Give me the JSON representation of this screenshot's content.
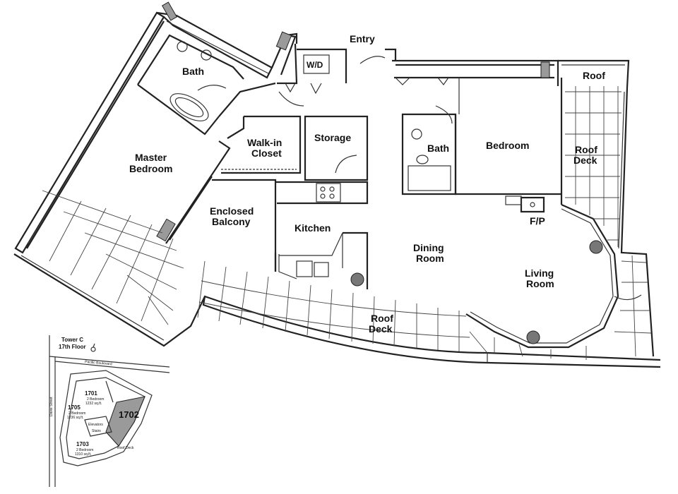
{
  "rooms": {
    "entry": "Entry",
    "wd": "W/D",
    "bath_master": "Bath",
    "roof_top": "Roof",
    "master_bedroom_1": "Master",
    "master_bedroom_2": "Bedroom",
    "walkin_1": "Walk-in",
    "walkin_2": "Closet",
    "storage": "Storage",
    "bath2": "Bath",
    "bedroom": "Bedroom",
    "roof_deck_right_1": "Roof",
    "roof_deck_right_2": "Deck",
    "enclosed_1": "Enclosed",
    "enclosed_2": "Balcony",
    "kitchen": "Kitchen",
    "dining_1": "Dining",
    "dining_2": "Room",
    "fp": "F/P",
    "living_1": "Living",
    "living_2": "Room",
    "roof_deck_bottom_1": "Roof",
    "roof_deck_bottom_2": "Deck"
  },
  "keyplan": {
    "tower": "Tower C",
    "floor": "17th Floor",
    "street_top": "Pacific Boulevard",
    "street_left": "Davie Street",
    "unit_1701": "1701",
    "unit_1701_desc": "2 Bedroom",
    "unit_1701_size": "1232 sq.ft.",
    "unit_1705": "1705",
    "unit_1705_desc": "2 Bedroom",
    "unit_1705_size": "1236 sq.ft.",
    "unit_1702": "1702",
    "unit_1703": "1703",
    "unit_1703_desc": "2 Bedroom",
    "unit_1703_size": "1310 sq.ft.",
    "core_1": "Elevators",
    "core_2": "Stairs",
    "roof_deck_small": "Roof Deck"
  }
}
